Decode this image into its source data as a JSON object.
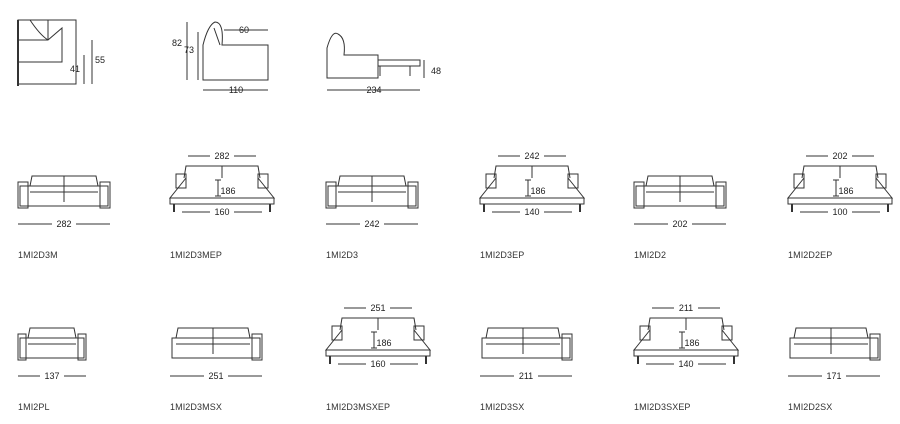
{
  "top_views": {
    "side": {
      "seat_height": "41",
      "arm_height": "55"
    },
    "section": {
      "total_height": "82",
      "back_height": "73",
      "seat_depth": "60",
      "depth": "110"
    },
    "bed_open": {
      "bed_height": "48",
      "open_depth": "234"
    }
  },
  "row1": [
    {
      "code": "1MI2D3M",
      "kind": "sofa",
      "width": "282"
    },
    {
      "code": "1MI2D3MEP",
      "kind": "bed",
      "width": "282",
      "mattress_length": "186",
      "mattress_width": "160"
    },
    {
      "code": "1MI2D3",
      "kind": "sofa",
      "width": "242"
    },
    {
      "code": "1MI2D3EP",
      "kind": "bed",
      "width": "242",
      "mattress_length": "186",
      "mattress_width": "140"
    },
    {
      "code": "1MI2D2",
      "kind": "sofa",
      "width": "202"
    },
    {
      "code": "1MI2D2EP",
      "kind": "bed",
      "width": "202",
      "mattress_length": "186",
      "mattress_width": "100"
    }
  ],
  "row2": [
    {
      "code": "1MI2PL",
      "kind": "sofa-small",
      "width": "137"
    },
    {
      "code": "1MI2D3MSX",
      "kind": "sofa-left",
      "width": "251"
    },
    {
      "code": "1MI2D3MSXEP",
      "kind": "bed",
      "width": "251",
      "mattress_length": "186",
      "mattress_width": "160"
    },
    {
      "code": "1MI2D3SX",
      "kind": "sofa-left",
      "width": "211"
    },
    {
      "code": "1MI2D3SXEP",
      "kind": "bed",
      "width": "211",
      "mattress_length": "186",
      "mattress_width": "140"
    },
    {
      "code": "1MI2D2SX",
      "kind": "sofa-left",
      "width": "171"
    }
  ]
}
